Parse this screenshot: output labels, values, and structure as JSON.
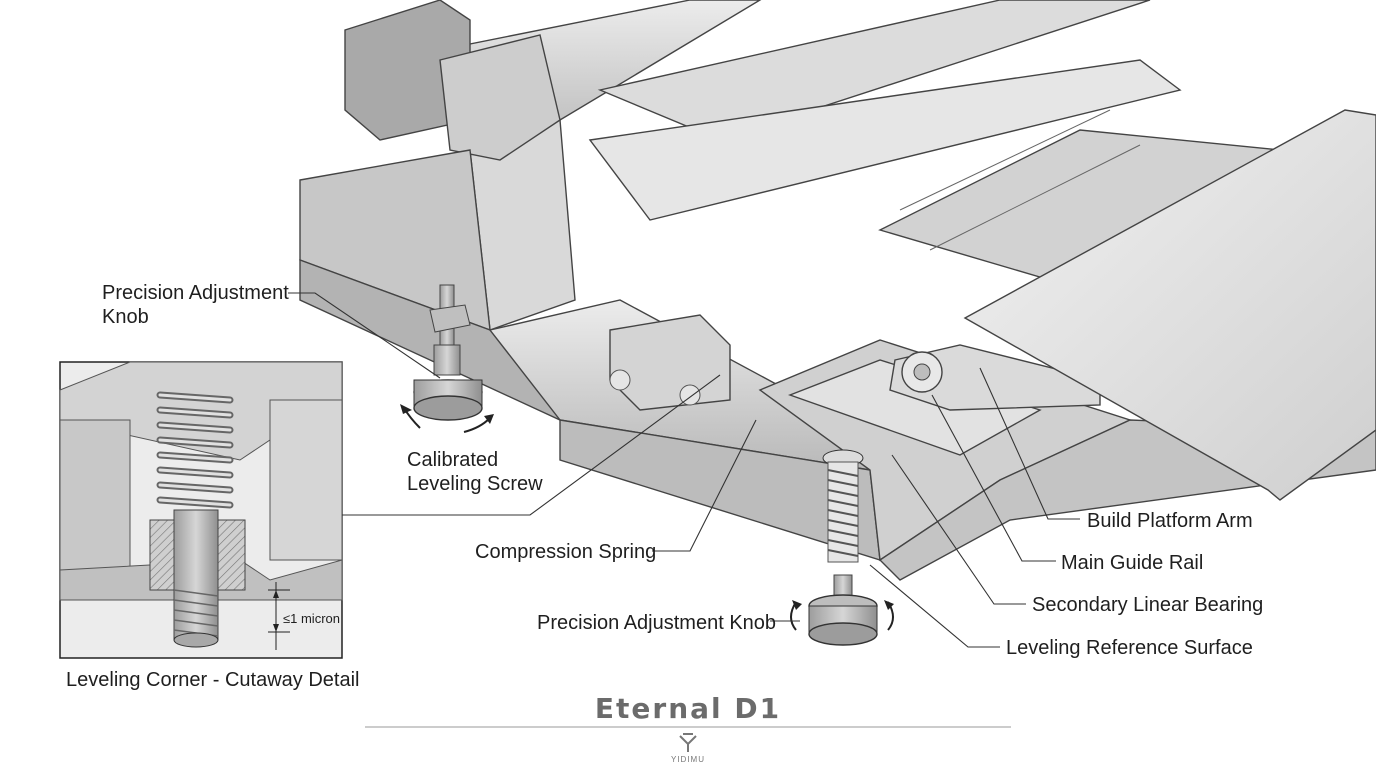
{
  "labels": {
    "knob_top": "Precision Adjustment\nKnob",
    "calibrated_screw": "Calibrated\nLeveling Screw",
    "compression_spring": "Compression Spring",
    "knob_bottom": "Precision Adjustment Knob",
    "build_platform_arm": "Build Platform Arm",
    "main_guide_rail": "Main Guide Rail",
    "secondary_bearing": "Secondary Linear Bearing",
    "leveling_surface": "Leveling Reference Surface"
  },
  "inset": {
    "caption": "Leveling Corner - Cutaway Detail",
    "tolerance": "≤1 micron"
  },
  "brand": {
    "name": "Eternal D1",
    "logo_text": "YIDIMU"
  },
  "colors": {
    "line": "#444444",
    "metal_light": "#e4e4e4",
    "metal_mid": "#c9c9c9",
    "metal_dark": "#9a9a9a",
    "plate": "#e9e9e9"
  }
}
